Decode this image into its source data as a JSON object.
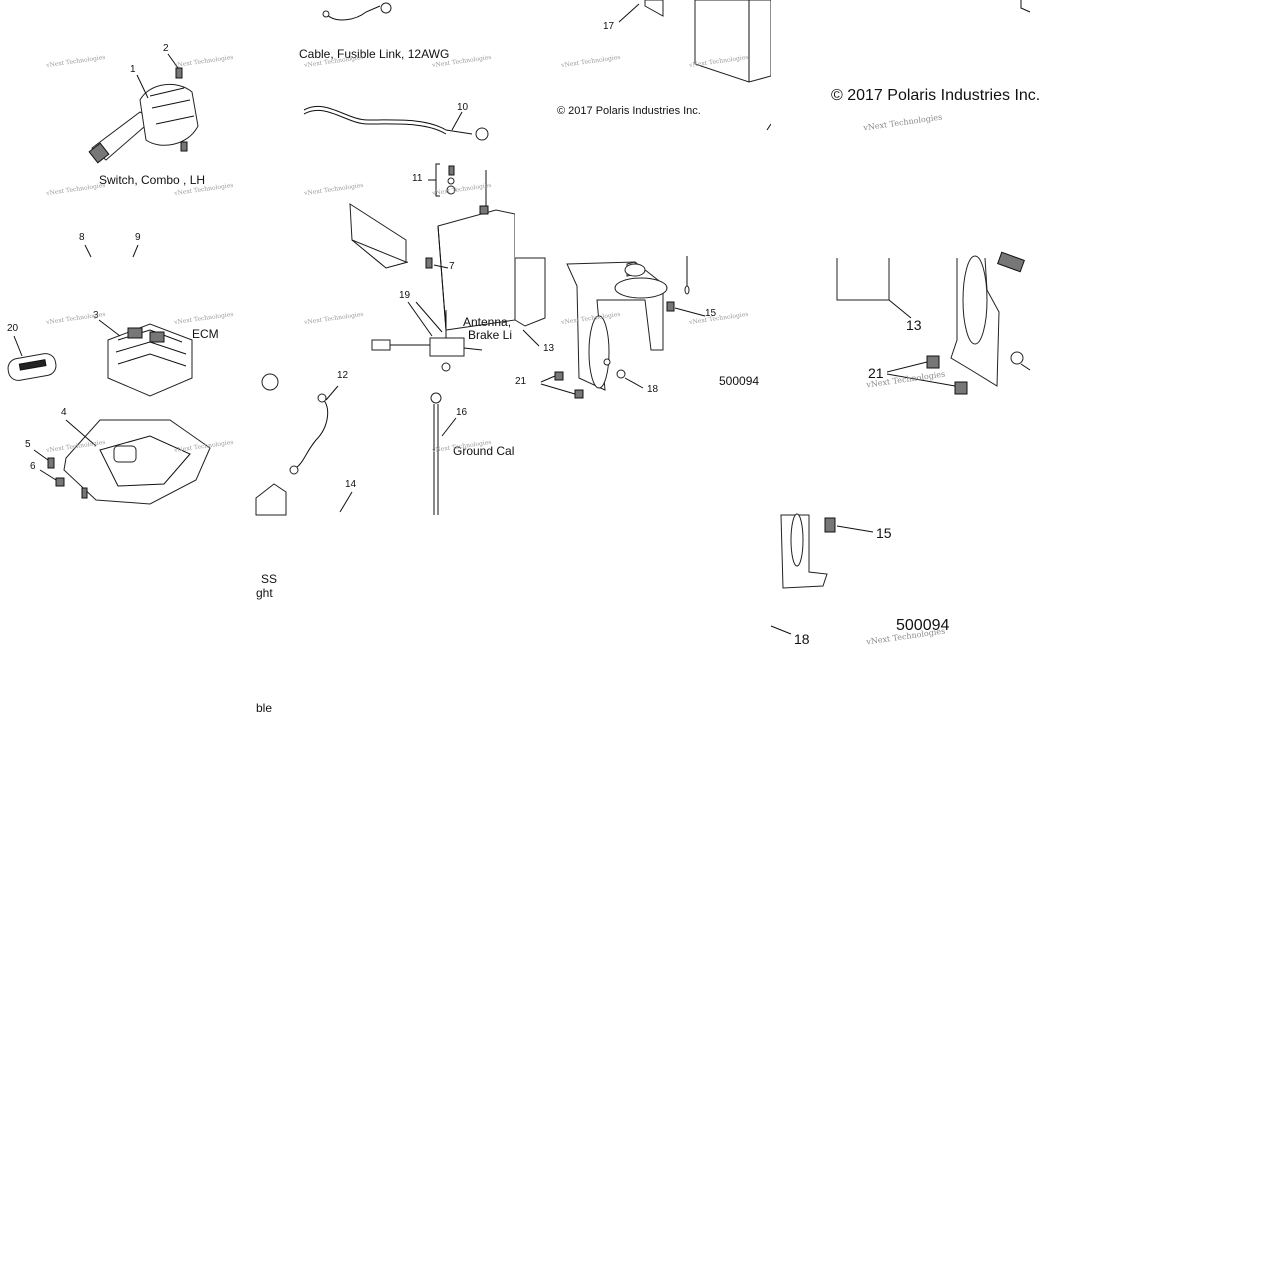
{
  "watermark": "vNext Technologies",
  "tile_a": {
    "caption_switch": "Switch, Combo , LH",
    "caption_ecm": "ECM",
    "callouts": [
      "1",
      "2",
      "3",
      "4",
      "5",
      "6",
      "8",
      "9",
      "20"
    ]
  },
  "tile_b": {
    "caption_fusible": "Cable, Fusible Link, 12AWG",
    "caption_antenna": "Antenna,",
    "caption_brake": "Brake Li",
    "caption_ground": "Ground Cal",
    "caption_ss": "SS",
    "caption_ght": "ght",
    "caption_ble": "ble",
    "callouts": [
      "7",
      "10",
      "11",
      "12",
      "14",
      "16",
      "19"
    ]
  },
  "tile_c": {
    "copyright": "2017 Polaris Industries Inc.",
    "diagram_number": "500094",
    "callouts": [
      "13",
      "15",
      "17",
      "18",
      "21"
    ]
  },
  "tile_d": {
    "copyright": "2017 Polaris Industries Inc.",
    "diagram_number": "500094",
    "callouts": [
      "13",
      "15",
      "18",
      "21"
    ]
  }
}
